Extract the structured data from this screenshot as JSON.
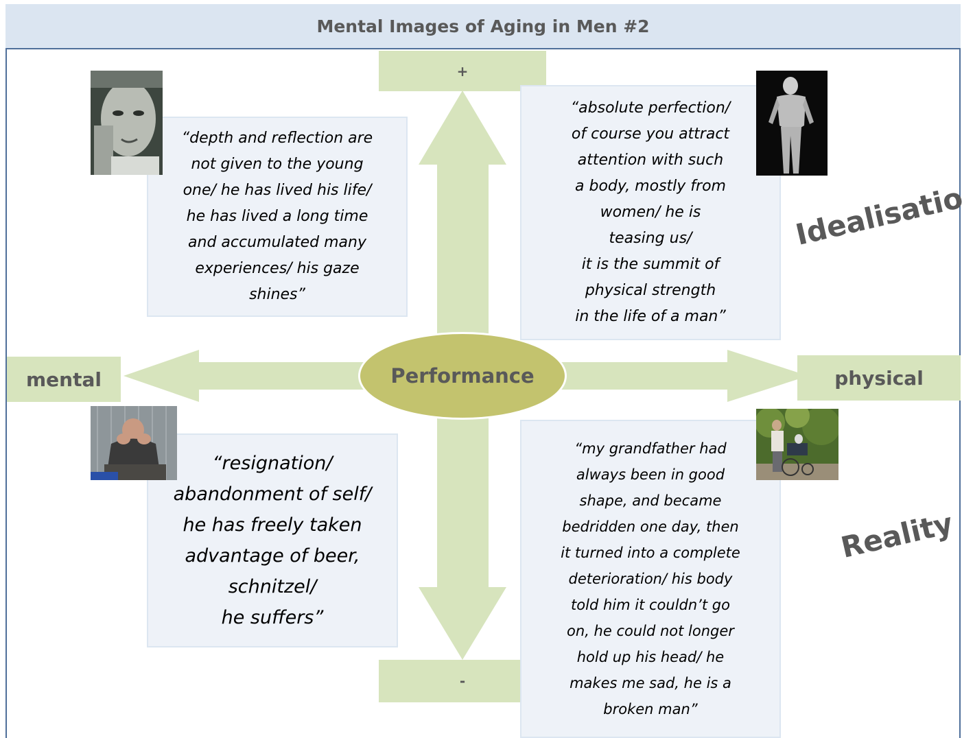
{
  "title": "Mental Images of Aging in Men #2",
  "center_label": "Performance",
  "axis": {
    "top": "+",
    "bottom": "-",
    "left": "mental",
    "right": "physical"
  },
  "corner_words": {
    "top_right": "Idealisation",
    "bottom_right": "Reality"
  },
  "quotes": {
    "top_left": "“depth and reflection are\nnot given to the young\none/ he has lived his life/\nhe has lived a long time\nand accumulated many\nexperiences/ his gaze\nshines”",
    "top_right": "“absolute perfection/\nof course you attract\nattention with such\na body, mostly from\nwomen/ he is\nteasing us/\nit is the summit of\nphysical strength\nin the life of a man”",
    "bottom_left": "“resignation/\nabandonment of self/\nhe has freely taken\nadvantage of beer,\nschnitzel/\nhe suffers”",
    "bottom_right": "“my grandfather had\nalways been in good\nshape, and became\nbedridden one day, then\nit turned into a complete\ndeterioration/ his body\ntold him it couldn’t go\non, he could not longer\nhold up his head/ he\nmakes me sad, he is a\nbroken man”"
  },
  "colors": {
    "arrow": "#d7e4bd",
    "ellipse": "#c3c36e",
    "quote_box": "#eef2f8",
    "title_bar": "#dbe5f1",
    "frame": "#4f6f9a",
    "text_gray": "#595959"
  },
  "images": {
    "top_left": "elderly-man-portrait",
    "top_right": "athletic-nude-man",
    "bottom_left": "sad-man-sitting",
    "bottom_right": "man-pushing-wheelchair"
  }
}
